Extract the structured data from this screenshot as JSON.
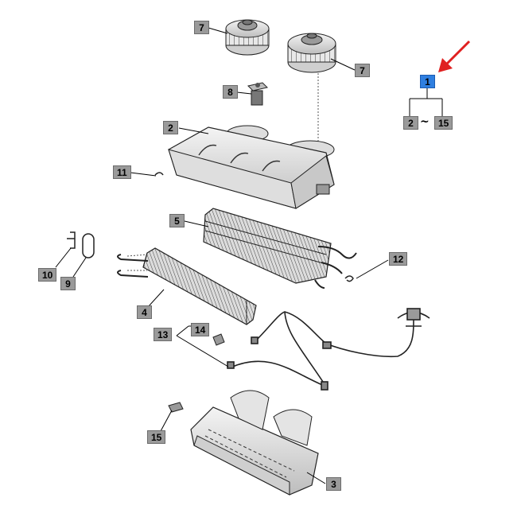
{
  "diagram": {
    "callouts": {
      "c1": "1",
      "c2": "2",
      "c3": "3",
      "c4": "4",
      "c5": "5",
      "c7a": "7",
      "c7b": "7",
      "c8": "8",
      "c9": "9",
      "c10": "10",
      "c11": "11",
      "c12": "12",
      "c13": "13",
      "c14": "14",
      "c15a": "15",
      "c15b": "15",
      "legend_from": "2",
      "legend_tilde": "~"
    },
    "colors": {
      "callout_fill": "#9a9a9a",
      "callout_highlight": "#2f7fe0",
      "arrow": "#e02020",
      "line": "#000000"
    }
  }
}
